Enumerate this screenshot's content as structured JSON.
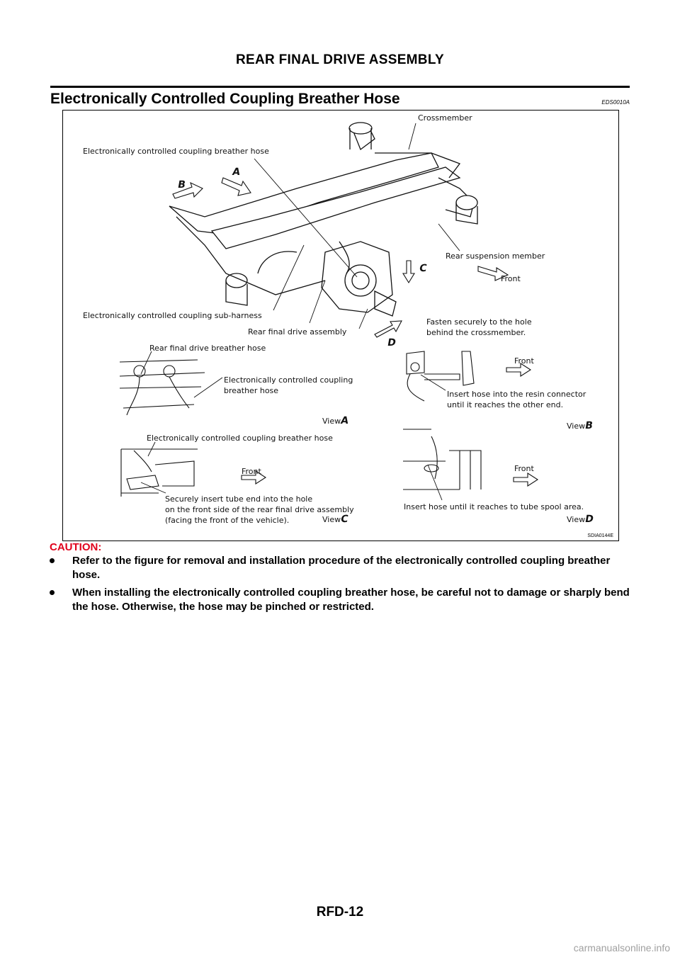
{
  "page": {
    "header": "REAR FINAL DRIVE ASSEMBLY",
    "footer": "RFD-12",
    "watermark": "carmanualsonline.info"
  },
  "section": {
    "title": "Electronically Controlled Coupling Breather Hose",
    "code": "EDS0010A"
  },
  "figure": {
    "code": "SDIA0144E",
    "labels": {
      "crossmember": "Crossmember",
      "breather_hose_top": "Electronically controlled coupling breather hose",
      "rear_suspension_member": "Rear suspension member",
      "front_top": "Front",
      "sub_harness": "Electronically controlled coupling sub-harness",
      "rear_final_drive_assembly": "Rear final drive assembly",
      "fasten_securely": "Fasten securely to the hole\nbehind the crossmember.",
      "rear_final_drive_breather_hose": "Rear final drive breather hose",
      "coupling_breather_hose_a": "Electronically controlled coupling\nbreather hose",
      "front_b": "Front",
      "insert_resin": "Insert hose into the resin connector\nuntil it reaches the other end.",
      "view_a": "View",
      "view_b": "View",
      "breather_hose_c": "Electronically controlled coupling breather hose",
      "front_c": "Front",
      "front_d": "Front",
      "securely_insert": "Securely insert tube end into the hole\non the front side of the rear final drive assembly\n(facing the front of the vehicle).",
      "view_c": "View",
      "insert_spool": "Insert hose until it reaches to tube spool area.",
      "view_d": "View"
    },
    "letters": {
      "a": "A",
      "b": "B",
      "c": "C",
      "d": "D"
    }
  },
  "caution": {
    "title": "CAUTION:",
    "items": [
      "Refer to the figure for removal and installation procedure of the electronically controlled coupling breather hose.",
      "When installing the electronically controlled coupling breather hose, be careful not to damage or sharply bend the hose. Otherwise, the hose may be pinched or restricted."
    ]
  }
}
